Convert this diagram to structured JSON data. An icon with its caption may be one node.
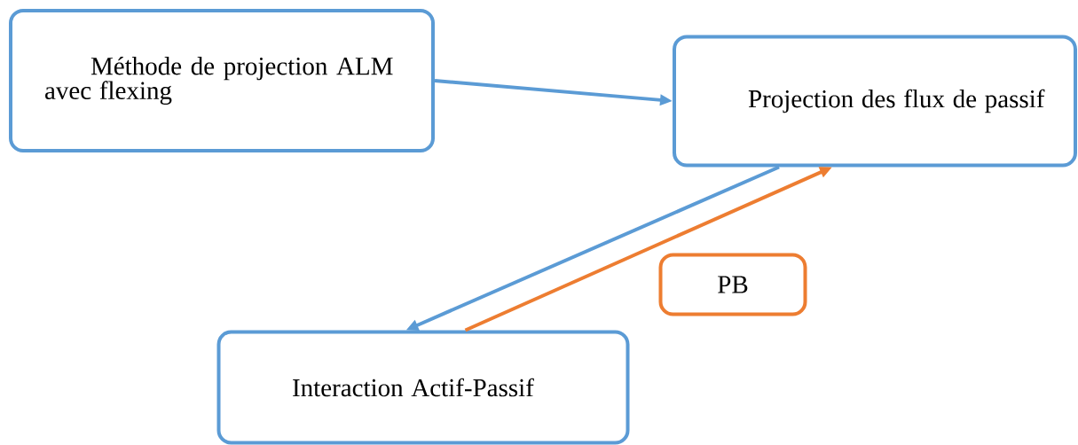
{
  "diagram": {
    "nodes": [
      {
        "text": [
          "Méthode de projection ALM avec flexing"
        ]
      },
      {
        "text": [
          "Projection des flux de passif"
        ]
      },
      {
        "text": [
          "PB"
        ]
      },
      {
        "text": [
          "Interaction Actif-Passif"
        ]
      }
    ],
    "edges": [
      {
        "from": 0,
        "to": 1,
        "arrow": "to"
      },
      {
        "from": 1,
        "to": 3,
        "arrow": "to"
      },
      {
        "from": 3,
        "to": 1,
        "arrow": "to",
        "color": "#ed7d31"
      }
    ]
  }
}
